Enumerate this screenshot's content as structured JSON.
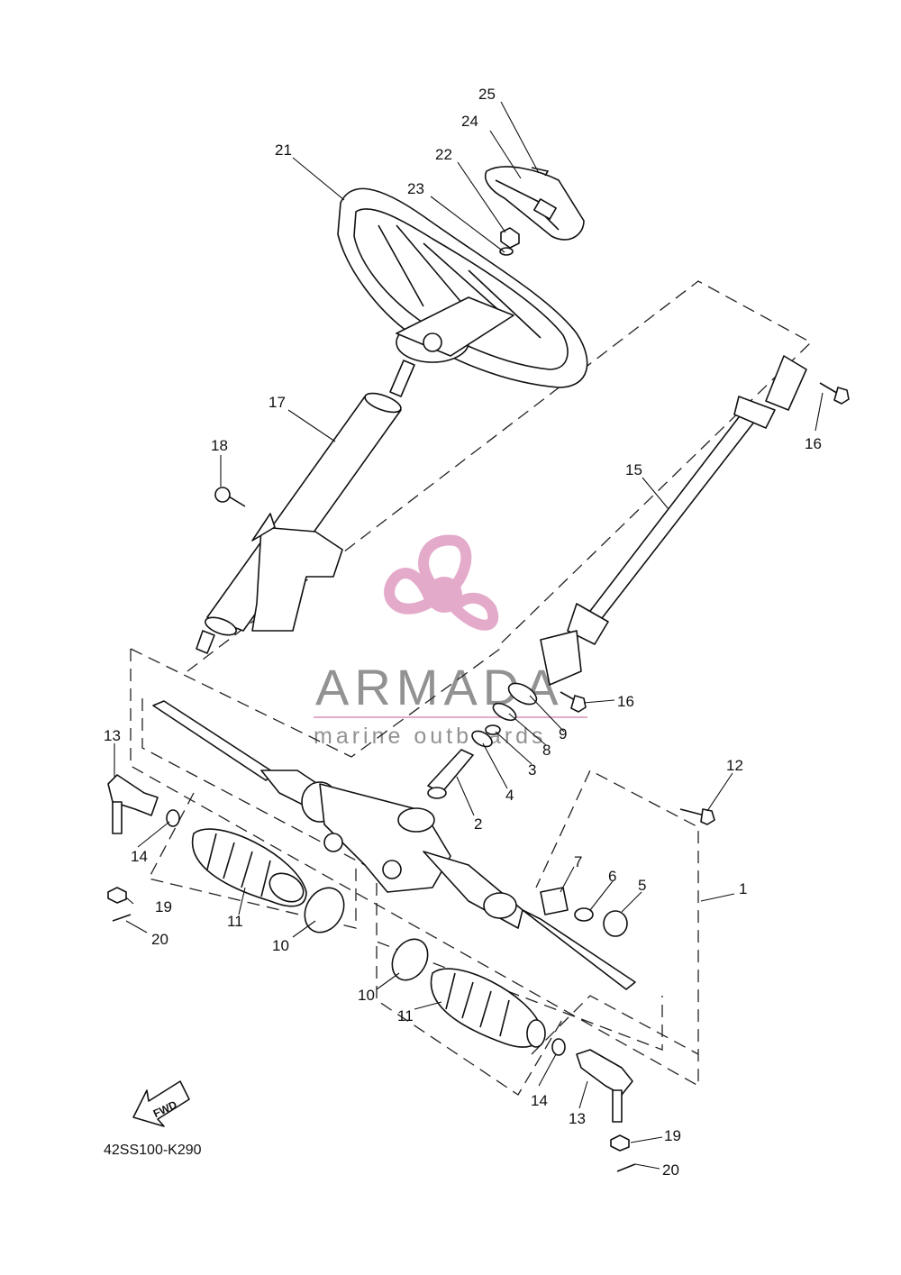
{
  "diagram": {
    "code": "42SS100-K290",
    "fwd_label": "FWD",
    "watermark": {
      "title": "ARMADA",
      "subtitle": "marine outboards",
      "color": "#e3a6c8"
    },
    "labels": {
      "l1": "1",
      "l2": "2",
      "l3": "3",
      "l4": "4",
      "l5": "5",
      "l6": "6",
      "l7": "7",
      "l8": "8",
      "l9": "9",
      "l10a": "10",
      "l10b": "10",
      "l11a": "11",
      "l11b": "11",
      "l12": "12",
      "l13a": "13",
      "l13b": "13",
      "l14a": "14",
      "l14b": "14",
      "l15": "15",
      "l16a": "16",
      "l16b": "16",
      "l17": "17",
      "l18": "18",
      "l19a": "19",
      "l19b": "19",
      "l20a": "20",
      "l20b": "20",
      "l21": "21",
      "l22": "22",
      "l23": "23",
      "l24": "24",
      "l25": "25"
    }
  }
}
